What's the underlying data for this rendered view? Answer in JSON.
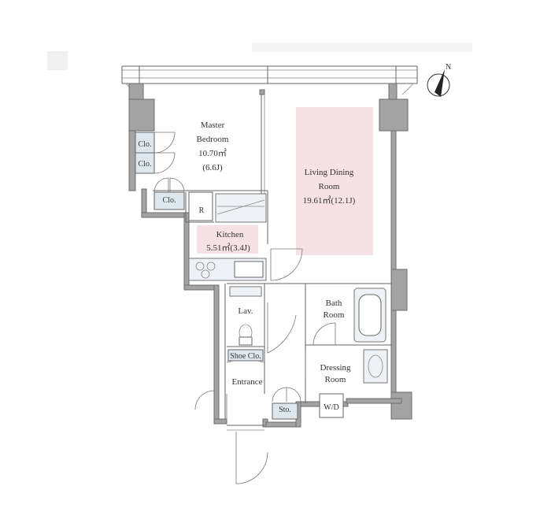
{
  "compass": {
    "north_label": "N"
  },
  "rooms": {
    "master_bedroom": {
      "line1": "Master",
      "line2": "Bedroom",
      "area": "10.70㎡",
      "jo": "(6.6J)"
    },
    "living_dining": {
      "line1": "Living Dining",
      "line2": "Room",
      "area": "19.61㎡(12.1J)"
    },
    "kitchen": {
      "name": "Kitchen",
      "area": "5.51㎡(3.4J)"
    },
    "bath": {
      "line1": "Bath",
      "line2": "Room"
    },
    "dressing": {
      "line1": "Dressing",
      "line2": "Room"
    },
    "lav": {
      "name": "Lav."
    },
    "entrance": {
      "name": "Entrance"
    }
  },
  "storage": {
    "clo_1": "Clo.",
    "clo_2": "Clo.",
    "clo_3": "Clo.",
    "refrigerator": "R",
    "shoe_clo": "Shoe Clo.",
    "sto": "Sto.",
    "wd": "W/D"
  },
  "colors": {
    "living_highlight": "#f6e2e6",
    "kitchen_highlight": "#f6e2e6",
    "closet_fill": "#dfe7ee",
    "wall_fill": "#a3a3a3"
  }
}
